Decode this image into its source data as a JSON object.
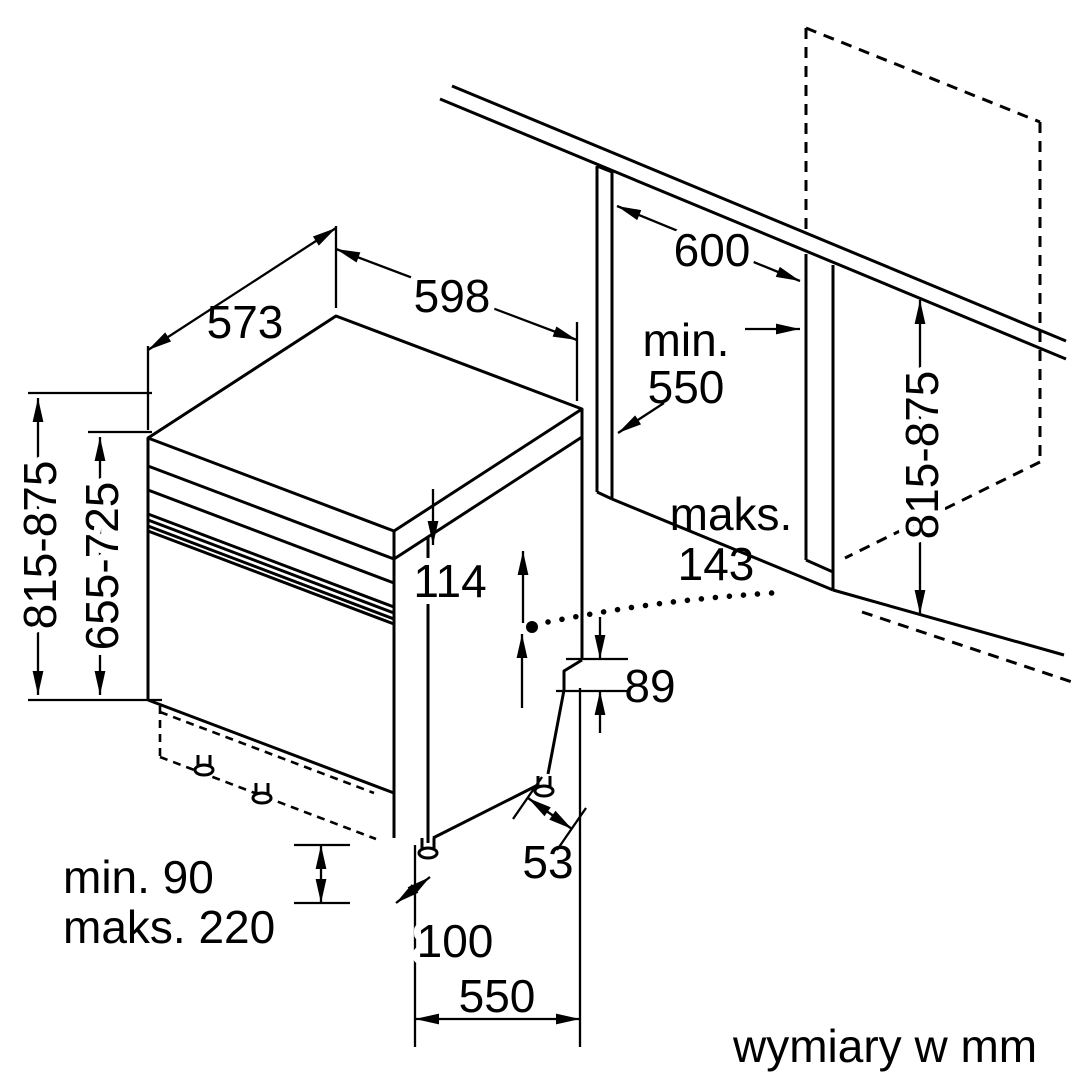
{
  "caption": "wymiary w mm",
  "labels": {
    "depth_top": "573",
    "width_top": "598",
    "niche_width": "600",
    "niche_depth_word": "min.",
    "niche_depth_value": "550",
    "height_total": "815-875",
    "height_body": "655-725",
    "niche_height": "815-875",
    "door_panel_word": "maks.",
    "door_panel_value": "143",
    "control_panel_height": "114",
    "rear_base_height": "89",
    "rear_foot_inset": "53",
    "feet_min": "min. 90",
    "feet_max": "maks. 220",
    "front_inset": "100",
    "base_depth": "550"
  },
  "colors": {
    "line": "#000000",
    "background": "#ffffff"
  }
}
